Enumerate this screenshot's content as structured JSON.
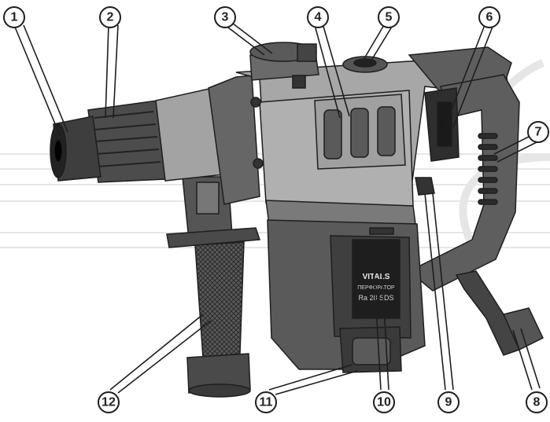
{
  "callouts": [
    {
      "n": "1",
      "name": "chuck-nose"
    },
    {
      "n": "2",
      "name": "chuck-sleeve"
    },
    {
      "n": "3",
      "name": "mode-selector-knob"
    },
    {
      "n": "4",
      "name": "vent-slots"
    },
    {
      "n": "5",
      "name": "top-cap"
    },
    {
      "n": "6",
      "name": "trigger-switch"
    },
    {
      "n": "7",
      "name": "rear-handle-grip"
    },
    {
      "n": "8",
      "name": "power-cord"
    },
    {
      "n": "9",
      "name": "lock-button"
    },
    {
      "n": "10",
      "name": "label-plate"
    },
    {
      "n": "11",
      "name": "brush-cover"
    },
    {
      "n": "12",
      "name": "side-handle"
    }
  ],
  "label_plate": {
    "brand": "VITALS",
    "model": "Ra 28 SDS",
    "line1": "ПЕРФОРАТОР",
    "line2": ""
  },
  "colors": {
    "body_light": "#a7a7a7",
    "body_dark": "#5e5e5e",
    "body_darker": "#3f3f3f",
    "outline": "#1e1e1e",
    "watermark": "#e6e6e6"
  }
}
